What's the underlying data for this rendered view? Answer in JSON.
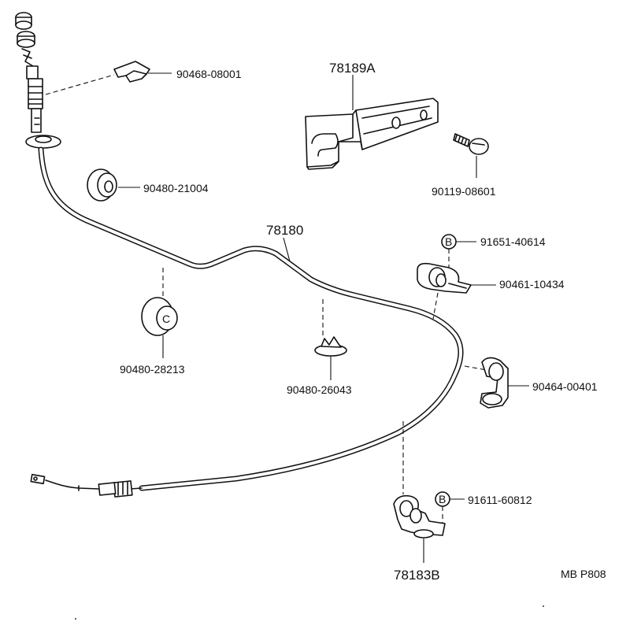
{
  "parts": {
    "cable_assy": "78180",
    "bracket_top": "78189A",
    "bolt": "90119-08601",
    "clip_top": "90468-08001",
    "grommet_a": "90480-21004",
    "grommet_b": "90480-28213",
    "grommet_c": "90480-26043",
    "bolt_b1": "91651-40614",
    "clamp_1": "90461-10434",
    "clamp_2": "90464-00401",
    "bolt_b2": "91611-60812",
    "bracket_bottom": "78183B"
  },
  "markers": {
    "b": "B",
    "c": "C"
  },
  "figure_code": "MB P808"
}
